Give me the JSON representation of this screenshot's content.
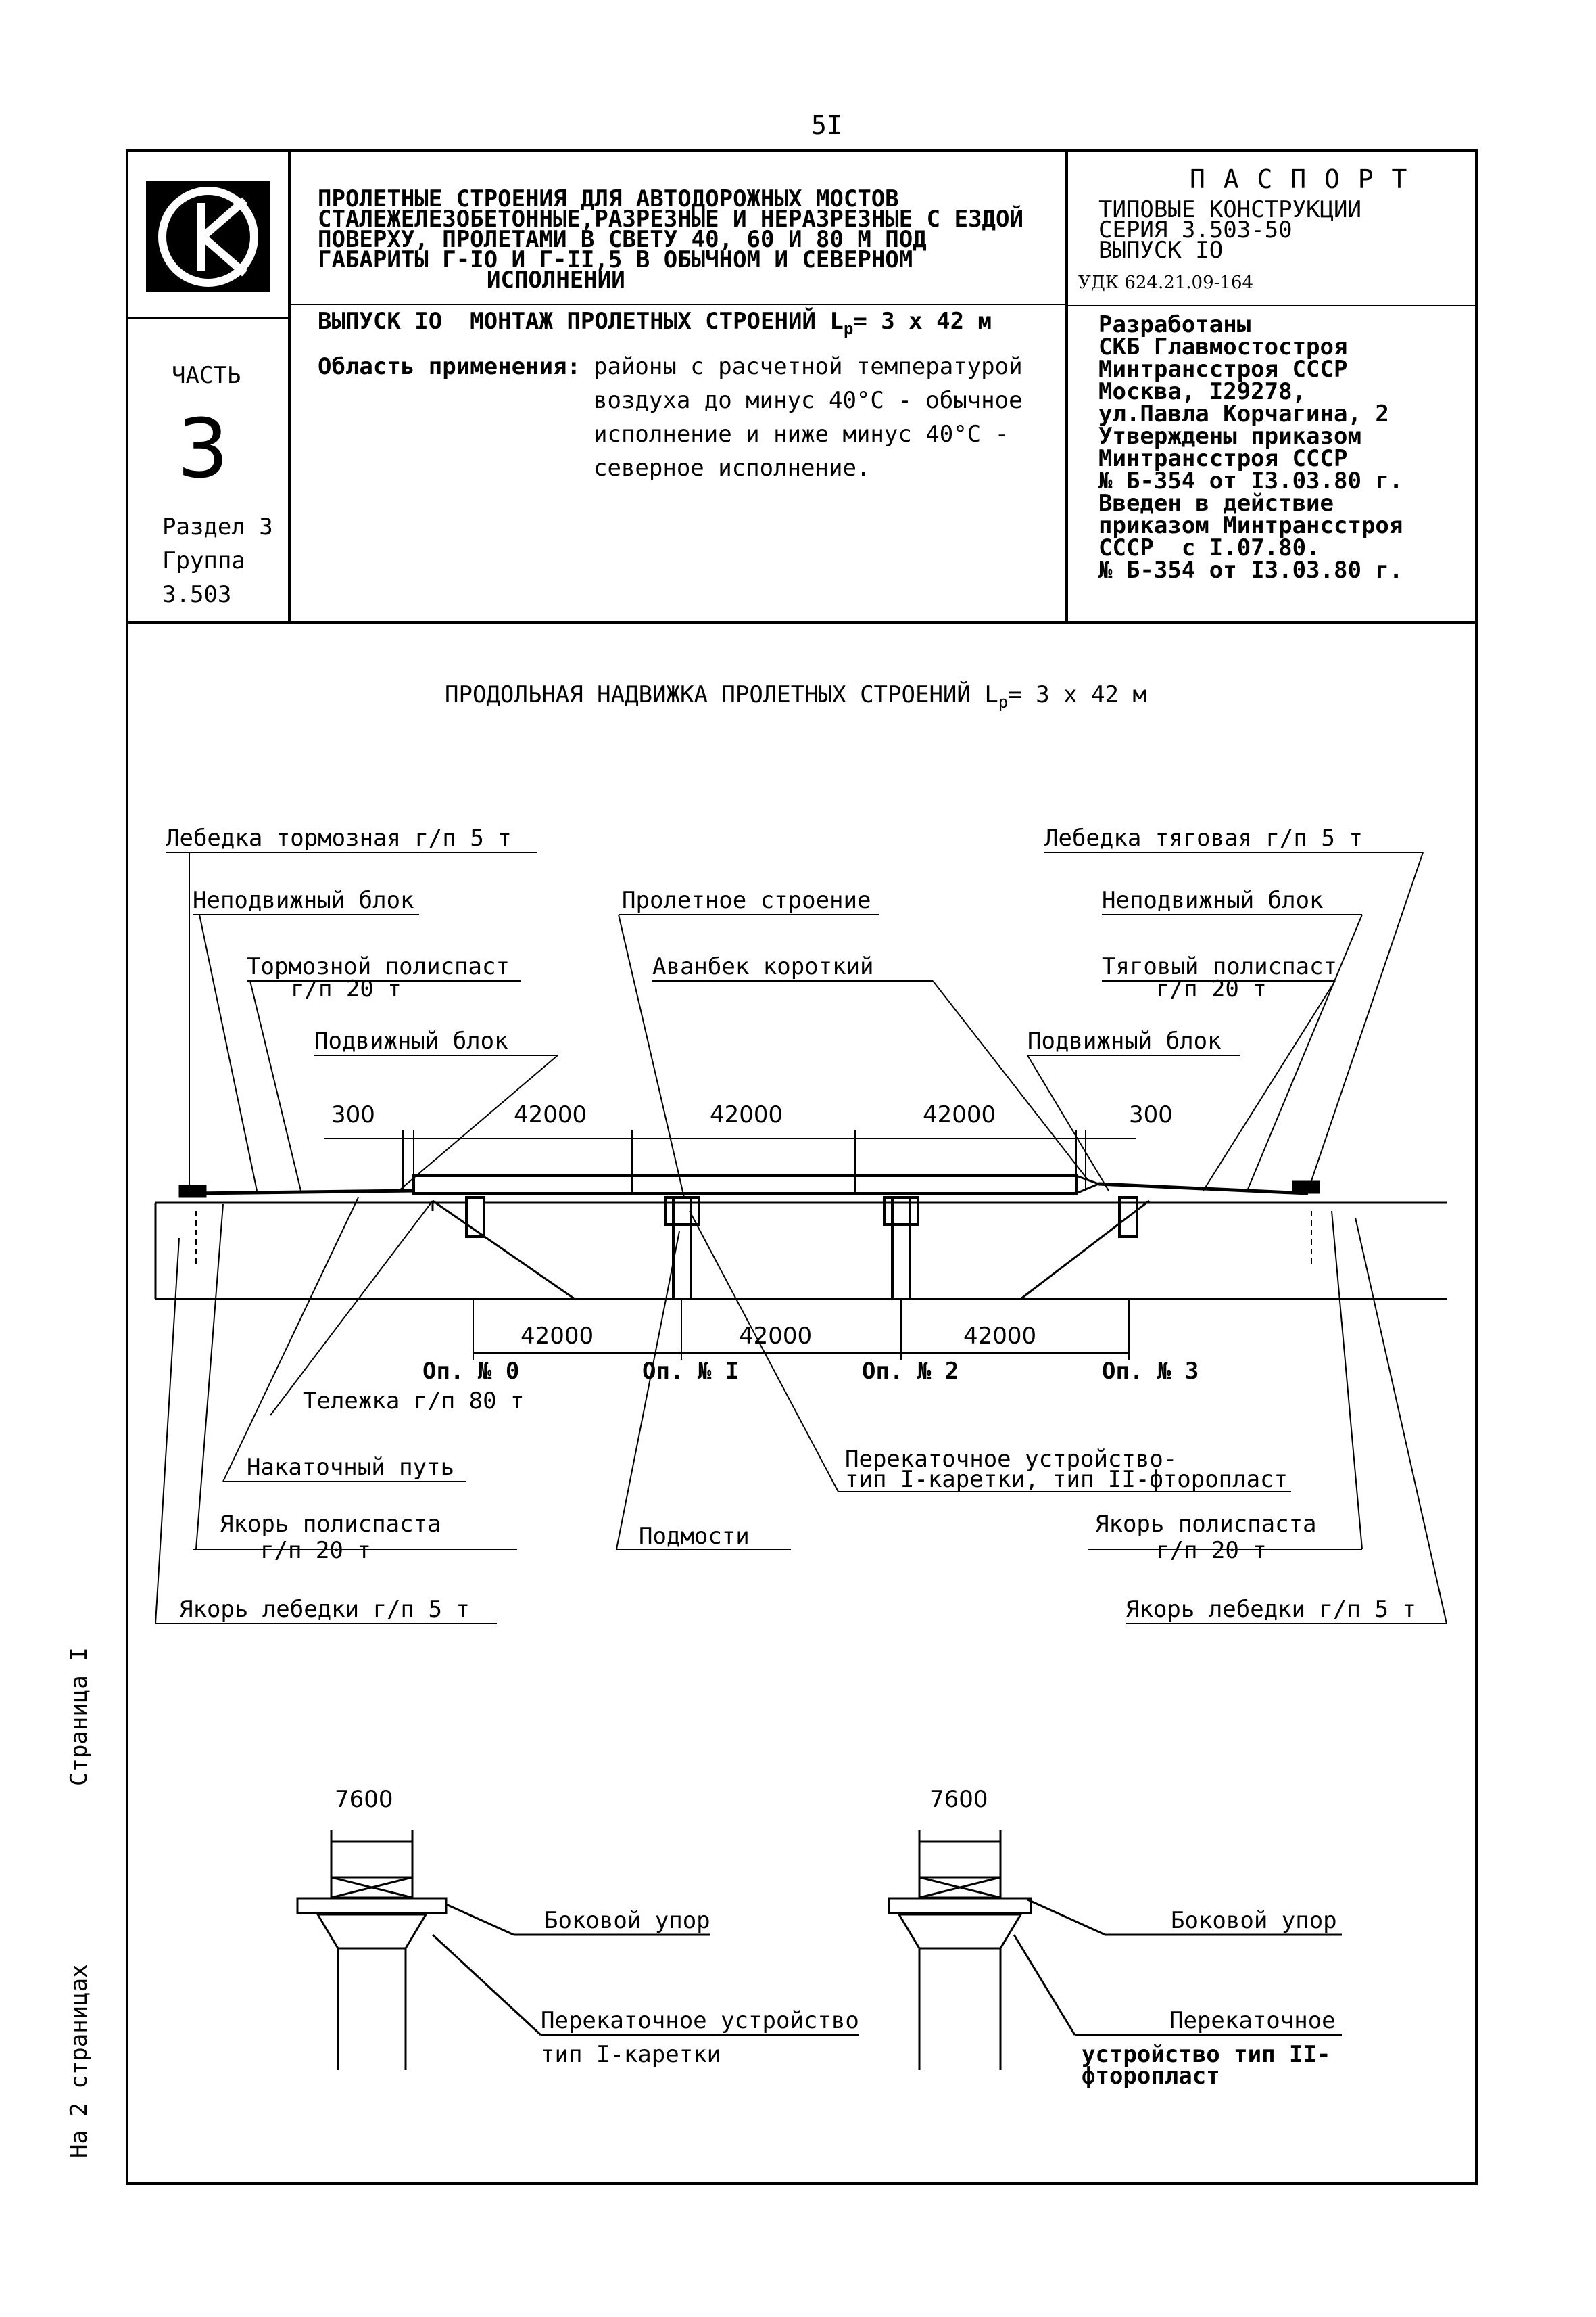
{
  "page_number": "5I",
  "header": {
    "title_lines": [
      "ПРОЛЕТНЫЕ СТРОЕНИЯ ДЛЯ АВТОДОРОЖНЫХ МОСТОВ",
      "СТАЛЕЖЕЛЕЗОБЕТОННЫЕ,РАЗРЕЗНЫЕ И НЕРАЗРЕЗНЫЕ С ЕЗДОЙ",
      "ПОВЕРХУ, ПРОЛЕТАМИ В СВЕТУ 40, 60 И 80 М ПОД",
      "ГАБАРИТЫ Г-IO И Г-II,5 В ОБЫЧНОМ И СЕВЕРНОМ",
      "ИСПОЛНЕНИИ"
    ],
    "issue_line": "ВЫПУСК IO  МОНТАЖ ПРОЛЕТНЫХ СТРОЕНИЙ L",
    "issue_sub": "р",
    "issue_tail": "= 3 x 42 м",
    "scope_label": "Область применения:",
    "scope_lines": [
      "районы с расчетной температурой",
      "воздуха до минус 40°С - обычное",
      "исполнение и ниже минус 40°С -",
      "северное исполнение."
    ],
    "part_label": "ЧАСТЬ",
    "part_number": "3",
    "section": "Раздел 3",
    "group": "Группа",
    "group_number": "3.503",
    "passport_title": "П А С П О Р Т",
    "passport_lines": [
      "ТИПОВЫЕ КОНСТРУКЦИИ",
      "СЕРИЯ 3.503-50",
      "ВЫПУСК IO"
    ],
    "udk": "УДК 624.21.09-164",
    "developer_lines": [
      "Разработаны",
      "СКБ Главмостостроя",
      "Минтрансстроя СССР",
      "Москва, I29278,",
      "ул.Павла Корчагина, 2",
      "Утверждены приказом",
      "Минтрансстроя СССР",
      "№ Б-354 от I3.03.80 г.",
      "Введен в действие",
      "приказом Минтрансстроя",
      "СССР  с I.07.80.",
      "№ Б-354 от I3.03.80 г."
    ]
  },
  "drawing": {
    "title": "ПРОДОЛЬНАЯ НАДВИЖКА ПРОЛЕТНЫХ СТРОЕНИЙ L",
    "title_sub": "р",
    "title_tail": "= 3 x 42 м",
    "labels": {
      "brake_winch": "Лебедка тормозная г/п 5 т",
      "fixed_block_left": "Неподвижный блок",
      "brake_pulley": "Тормозной полиспаст",
      "brake_pulley_cap": "г/п 20 т",
      "movable_block_left": "Подвижный блок",
      "span_structure": "Пролетное строение",
      "short_nose": "Аванбек короткий",
      "pull_winch": "Лебедка тяговая г/п 5 т",
      "fixed_block_right": "Неподвижный блок",
      "pull_pulley": "Тяговый полиспаст",
      "pull_pulley_cap": "г/п 20 т",
      "movable_block_right": "Подвижный блок",
      "dim_300_left": "300",
      "dim_42000_a": "42000",
      "dim_42000_b": "42000",
      "dim_42000_c": "42000",
      "dim_300_right": "300",
      "dim_42000_d": "42000",
      "dim_42000_e": "42000",
      "dim_42000_f": "42000",
      "support_0": "Оп. № 0",
      "support_1": "Оп. № I",
      "support_2": "Оп. № 2",
      "support_3": "Оп. № 3",
      "trolley": "Тележка г/п 80 т",
      "rolling_track": "Накаточный путь",
      "pulley_anchor_left": "Якорь полиспаста",
      "pulley_anchor_left_cap": "г/п 20 т",
      "winch_anchor_left": "Якорь лебедки г/п 5 т",
      "scaffold": "Подмости",
      "rolling_device": "Перекаточное устройство-",
      "rolling_device_2": "тип I-каретки, тип II-фторопласт",
      "pulley_anchor_right": "Якорь полиспаста",
      "pulley_anchor_right_cap": "г/п 20 т",
      "winch_anchor_right": "Якорь лебедки г/п 5 т"
    },
    "sections": {
      "width_left": "7600",
      "width_right": "7600",
      "side_stop_left": "Боковой упор",
      "rolling_left_1": "Перекаточное устройство",
      "rolling_left_2": "тип I-каретки",
      "side_stop_right": "Боковой упор",
      "rolling_right_1": "Перекаточное",
      "rolling_right_2": "устройство тип II-",
      "rolling_right_3": "фторопласт"
    }
  },
  "margin": {
    "page_label": "Страница I",
    "pages_total": "На 2 страницах"
  }
}
